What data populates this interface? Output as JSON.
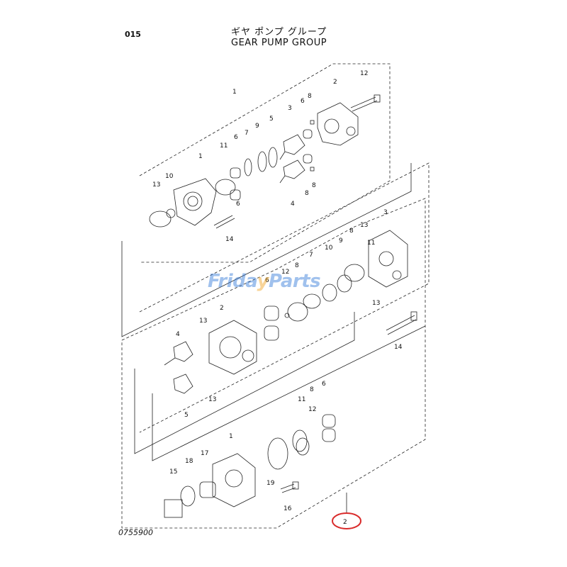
{
  "header": {
    "page_code": "015",
    "title_jp": "ギヤ ポンプ グループ",
    "title_en": "GEAR PUMP GROUP"
  },
  "drawing_number": "0755900",
  "watermark": {
    "part1": "Frida",
    "part2": "y",
    "part3": "Parts"
  },
  "callouts": {
    "upper_assembly": [
      "1",
      "2",
      "3",
      "4",
      "5",
      "6",
      "7",
      "8",
      "9",
      "10",
      "11",
      "12",
      "13",
      "14"
    ],
    "middle_assembly": [
      "3",
      "4",
      "5",
      "6",
      "7",
      "8",
      "9",
      "10",
      "11",
      "12",
      "13",
      "14"
    ],
    "lower_assembly": [
      "1",
      "2",
      "4",
      "5",
      "6",
      "8",
      "11",
      "12",
      "13",
      "15",
      "16",
      "17",
      "18",
      "19"
    ]
  },
  "highlight": {
    "label": "2",
    "color": "#d92b2b"
  },
  "colors": {
    "line": "#222222",
    "watermark_blue": "#2f78d8",
    "watermark_orange": "#f0a21c"
  }
}
